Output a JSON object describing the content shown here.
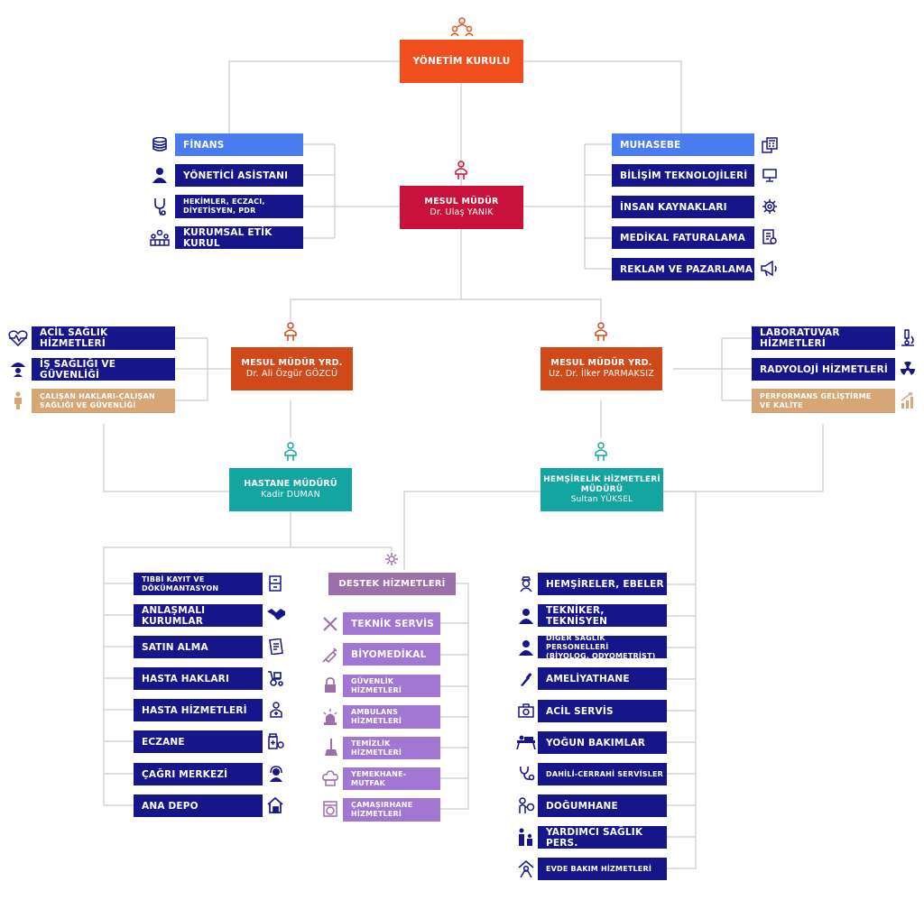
{
  "top": {
    "board": "YÖNETİM KURULU"
  },
  "chief": {
    "title": "MESUL MÜDÜR",
    "name": "Dr. Ulaş YANIK"
  },
  "deputy_left": {
    "title": "MESUL MÜDÜR YRD.",
    "name": "Dr. Ali Özgür GÖZCÜ"
  },
  "deputy_right": {
    "title": "MESUL MÜDÜR YRD.",
    "name": "Uz. Dr. İlker PARMAKSIZ"
  },
  "hospital_manager": {
    "title": "HASTANE MÜDÜRÜ",
    "name": "Kadir DUMAN"
  },
  "nursing_manager": {
    "title1": "HEMŞİRELİK HİZMETLERİ",
    "title2": "MÜDÜRÜ",
    "name": "Sultan YÜKSEL"
  },
  "left_staff": [
    {
      "label": "FİNANS"
    },
    {
      "label": "YÖNETİCİ ASİSTANI"
    },
    {
      "line1": "HEKİMLER, ECZACI,",
      "line2": "DİYETİSYEN, PDR"
    },
    {
      "label": "KURUMSAL ETİK KURUL"
    }
  ],
  "right_staff": [
    {
      "label": "MUHASEBE"
    },
    {
      "label": "BİLİŞİM TEKNOLOJİLERİ"
    },
    {
      "label": "İNSAN KAYNAKLARI"
    },
    {
      "label": "MEDİKAL FATURALAMA"
    },
    {
      "label": "REKLAM VE PAZARLAMA"
    }
  ],
  "left_deputy_units": [
    {
      "label": "ACİL SAĞLIK HİZMETLERİ"
    },
    {
      "label": "İŞ SAĞLIĞI VE GÜVENLİĞİ"
    },
    {
      "line1": "ÇALIŞAN HAKLARI-ÇALIŞAN",
      "line2": "SAĞLIĞI VE GÜVENLİĞİ"
    }
  ],
  "right_deputy_units": [
    {
      "label": "LABORATUVAR HİZMETLERİ"
    },
    {
      "label": "RADYOLOJİ HİZMETLERİ"
    },
    {
      "line1": "PERFORMANS GELİŞTİRME",
      "line2": "VE KALİTE"
    }
  ],
  "hospital_units": [
    {
      "line1": "TIBBİ KAYIT VE",
      "line2": "DÖKÜMANTASYON"
    },
    {
      "label": "ANLAŞMALI KURUMLAR"
    },
    {
      "label": "SATIN ALMA"
    },
    {
      "label": "HASTA HAKLARI"
    },
    {
      "label": "HASTA HİZMETLERİ"
    },
    {
      "label": "ECZANE"
    },
    {
      "label": "ÇAĞRI MERKEZİ"
    },
    {
      "label": "ANA DEPO"
    }
  ],
  "support": {
    "title": "DESTEK HİZMETLERİ",
    "items": [
      {
        "label": "TEKNİK SERVİS"
      },
      {
        "label": "BİYOMEDİKAL"
      },
      {
        "label": "GÜVENLİK HİZMETLERİ"
      },
      {
        "line1": "AMBULANS",
        "line2": "HİZMETLERİ"
      },
      {
        "label": "TEMİZLİK HİZMETLERİ"
      },
      {
        "label": "YEMEKHANE-MUTFAK"
      },
      {
        "line1": "ÇAMAŞIRHANE",
        "line2": "HİZMETLERİ"
      }
    ]
  },
  "nursing_units": [
    {
      "label": "HEMŞİRELER, EBELER"
    },
    {
      "label": "TEKNİKER, TEKNİSYEN"
    },
    {
      "line1": "DİĞER SAĞLIK PERSONELLERİ",
      "line2": "(BİYOLOG, ODYOMETRİST)"
    },
    {
      "label": "AMELİYATHANE"
    },
    {
      "label": "ACİL SERVİS"
    },
    {
      "label": "YOĞUN BAKIMLAR"
    },
    {
      "label": "DAHİLİ-CERRAHİ SERVİSLER"
    },
    {
      "label": "DOĞUMHANE"
    },
    {
      "label": "YARDIMCI SAĞLIK PERS."
    },
    {
      "label": "EVDE BAKIM HİZMETLERİ"
    }
  ],
  "colors": {
    "board": "#f04e1d",
    "chief": "#c8123c",
    "deputy": "#d04a19",
    "manager": "#14a5a0",
    "unit": "#16168a",
    "highlight": "#4a7cf0",
    "quality": "#d7a676",
    "support_header": "#9c70a8",
    "support_item": "#a277d3",
    "connector": "#cccccc"
  },
  "icons": {
    "top": "people-group-icon",
    "person": "person-icon",
    "left_staff": [
      "coins-icon",
      "assistant-icon",
      "stethoscope-icon",
      "committee-icon"
    ],
    "right_staff": [
      "calculator-icon",
      "monitor-icon",
      "brain-gear-icon",
      "invoice-icon",
      "megaphone-icon"
    ],
    "left_deputy_units": [
      "heartbeat-icon",
      "umbrella-icon",
      "worker-icon"
    ],
    "right_deputy_units": [
      "microscope-icon",
      "radiation-icon",
      "growth-chart-icon"
    ],
    "hospital_units": [
      "archive-icon",
      "handshake-icon",
      "checklist-icon",
      "wheelchair-icon",
      "patient-icon",
      "pharmacy-icon",
      "call-center-icon",
      "warehouse-icon"
    ],
    "support": [
      "gear-icon",
      "tools-icon",
      "syringe-icon",
      "lock-icon",
      "siren-icon",
      "broom-icon",
      "chef-hat-icon",
      "washing-machine-icon"
    ],
    "nursing_units": [
      "nurse-icon",
      "technician-icon",
      "staff-icon",
      "scalpel-icon",
      "medkit-icon",
      "bed-icon",
      "stethoscope-icon",
      "baby-icon",
      "helper-icon",
      "home-care-icon"
    ]
  }
}
